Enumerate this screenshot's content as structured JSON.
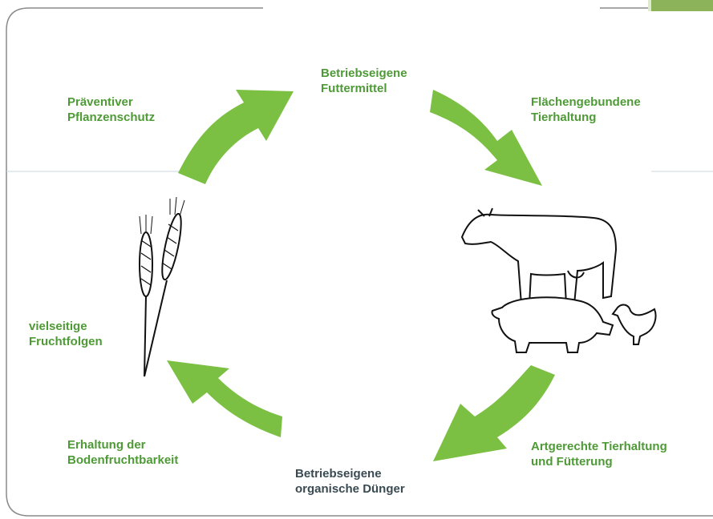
{
  "labels": {
    "top_center": [
      "Betriebseigene",
      "Futtermittel"
    ],
    "top_left": [
      "Präventiver",
      "Pflanzenschutz"
    ],
    "top_right": [
      "Flächengebundene",
      "Tierhaltung"
    ],
    "mid_left": [
      "vielseitige",
      "Fruchtfolgen"
    ],
    "bottom_left": [
      "Erhaltung der",
      "Bodenfruchtbarkeit"
    ],
    "bottom_center": [
      "Betriebseigene",
      "organische Dünger"
    ],
    "bottom_right": [
      "Artgerechte Tierhaltung",
      "und Fütterung"
    ]
  },
  "colors": {
    "arrow_green": "#7bc043",
    "label_green": "#4e9a36",
    "label_dark": "#3a4a52",
    "frame_gray": "#8a8a8a",
    "corner_block": "#8db35a"
  },
  "icons": {
    "grain": "wheat-ears-icon",
    "livestock": "cow-pig-chicken-icon"
  }
}
